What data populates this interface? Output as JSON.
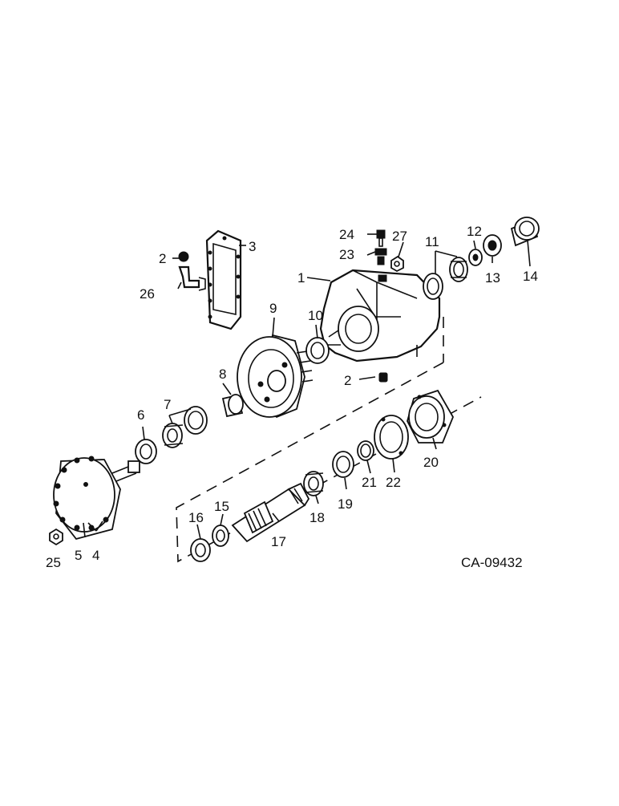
{
  "drawing_code": "CA-09432",
  "callouts": [
    "1",
    "2",
    "2",
    "3",
    "4",
    "5",
    "6",
    "7",
    "8",
    "9",
    "10",
    "11",
    "12",
    "13",
    "14",
    "15",
    "16",
    "17",
    "18",
    "19",
    "20",
    "21",
    "22",
    "23",
    "24",
    "25",
    "26",
    "27"
  ]
}
